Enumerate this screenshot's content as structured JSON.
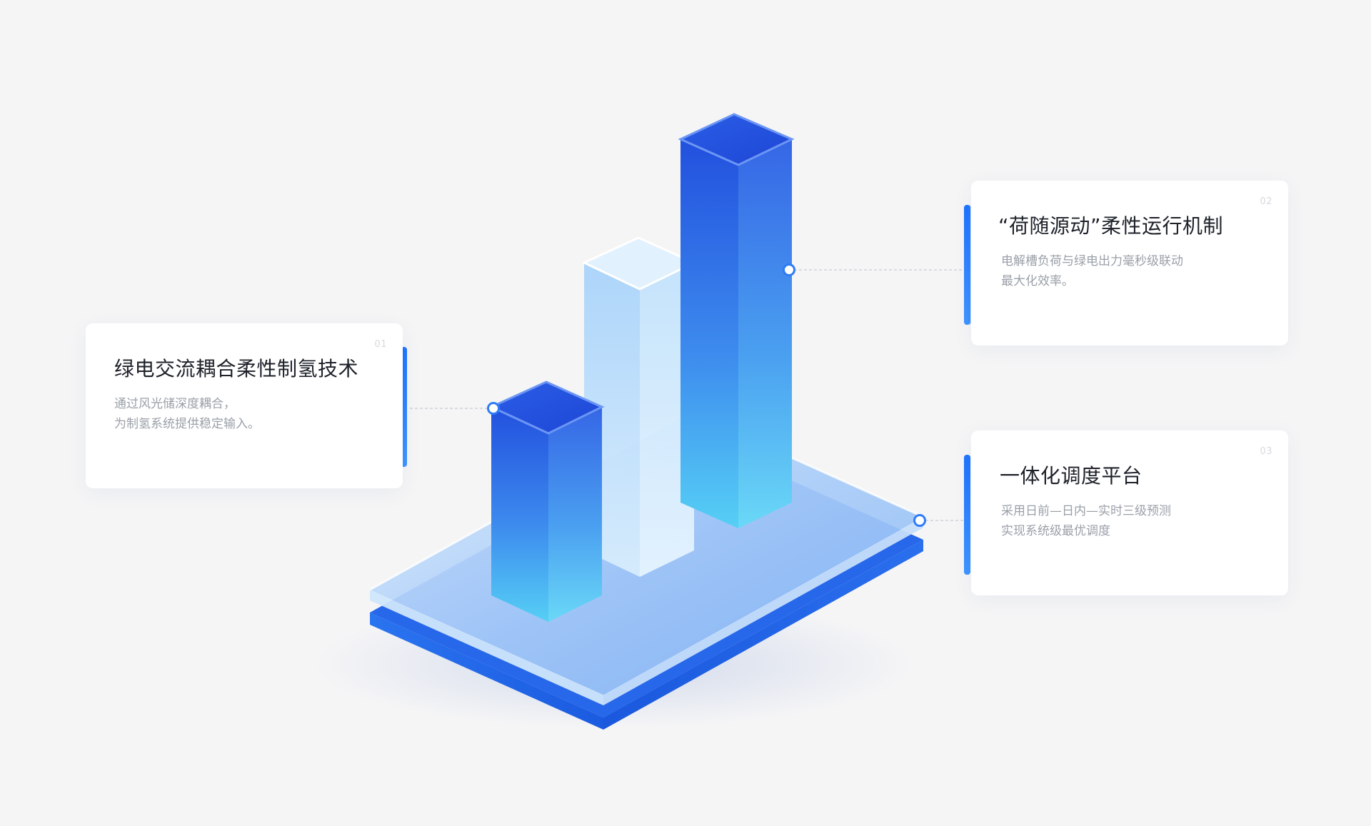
{
  "features": [
    {
      "num": "01",
      "title": "绿电交流耦合柔性制氢技术",
      "desc": [
        "通过风光储深度耦合，",
        "为制氢系统提供稳定输入。"
      ]
    },
    {
      "num": "02",
      "title": "“荷随源动”柔性运行机制",
      "desc": [
        "电解槽负荷与绿电出力毫秒级联动",
        "最大化效率。"
      ]
    },
    {
      "num": "03",
      "title": "一体化调度平台",
      "desc": [
        "采用日前—日内—实时三级预测",
        "实现系统级最优调度"
      ]
    }
  ],
  "colors": {
    "accent": "#1f73ff",
    "bar_dark_top": "#1f4fe0",
    "bar_dark_bottom": "#4ec8f5",
    "bar_light": "#bfe0fb",
    "base_blue": "#1f63e8"
  }
}
